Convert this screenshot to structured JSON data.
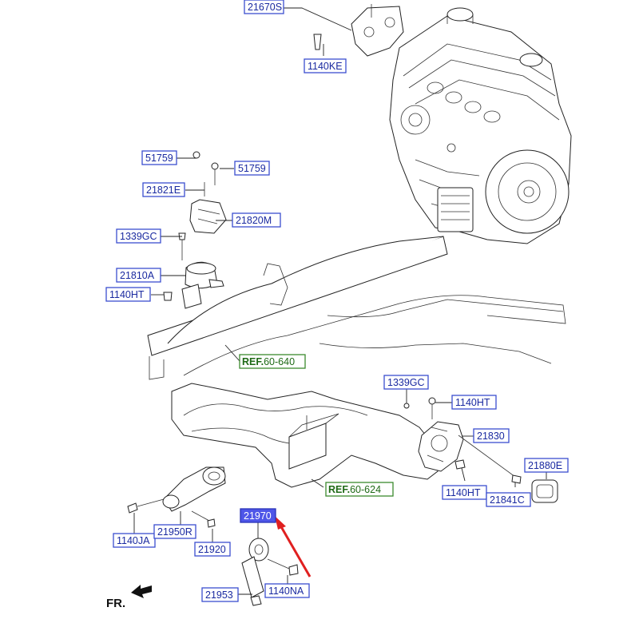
{
  "diagram": {
    "part_labels": [
      {
        "id": "21670S",
        "text": "21670S"
      },
      {
        "id": "1140KE",
        "text": "1140KE"
      },
      {
        "id": "51759-a",
        "text": "51759"
      },
      {
        "id": "51759-b",
        "text": "51759"
      },
      {
        "id": "21821E",
        "text": "21821E"
      },
      {
        "id": "21820M",
        "text": "21820M"
      },
      {
        "id": "1339GC-a",
        "text": "1339GC"
      },
      {
        "id": "21810A",
        "text": "21810A"
      },
      {
        "id": "1140HT-a",
        "text": "1140HT"
      },
      {
        "id": "1339GC-b",
        "text": "1339GC"
      },
      {
        "id": "1140HT-b",
        "text": "1140HT"
      },
      {
        "id": "21830",
        "text": "21830"
      },
      {
        "id": "21880E",
        "text": "21880E"
      },
      {
        "id": "1140HT-c",
        "text": "1140HT"
      },
      {
        "id": "21841C",
        "text": "21841C"
      },
      {
        "id": "21970",
        "text": "21970",
        "highlighted": true
      },
      {
        "id": "1140JA",
        "text": "1140JA"
      },
      {
        "id": "21950R",
        "text": "21950R"
      },
      {
        "id": "21920",
        "text": "21920"
      },
      {
        "id": "21953",
        "text": "21953"
      },
      {
        "id": "1140NA",
        "text": "1140NA"
      }
    ],
    "ref_labels": [
      {
        "id": "ref-60-640",
        "prefix": "REF.",
        "number": "60-640"
      },
      {
        "id": "ref-60-624",
        "prefix": "REF.",
        "number": "60-624"
      }
    ],
    "front_indicator": "FR.",
    "colors": {
      "label_border": "#3b4fd0",
      "label_text": "#1a2aa0",
      "highlight_fill": "#4e56e8",
      "ref_border": "#3c8a2e",
      "ref_text": "#1f6a16",
      "pointer_arrow": "#e02020",
      "line_art": "#222222"
    }
  }
}
